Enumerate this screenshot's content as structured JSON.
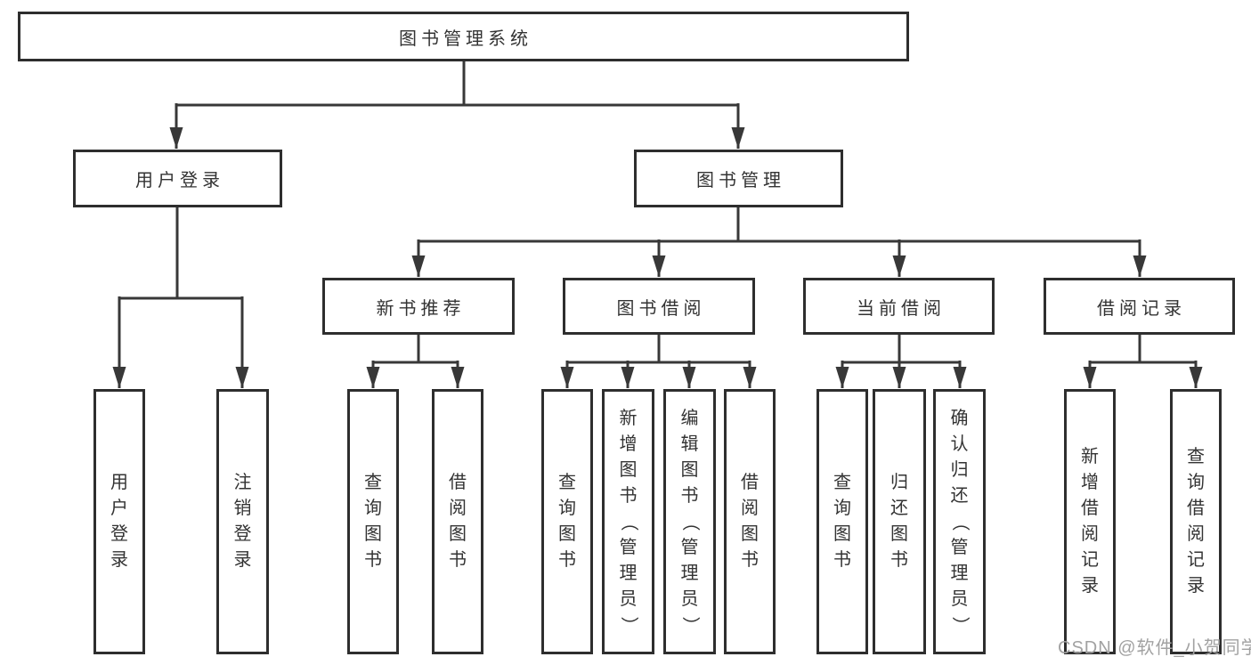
{
  "tree": {
    "label": "图书管理系统",
    "children": [
      {
        "label": "用户登录",
        "children": [
          {
            "label": "用户登录"
          },
          {
            "label": "注销登录"
          }
        ]
      },
      {
        "label": "图书管理",
        "children": [
          {
            "label": "新书推荐",
            "children": [
              {
                "label": "查询图书"
              },
              {
                "label": "借阅图书"
              }
            ]
          },
          {
            "label": "图书借阅",
            "children": [
              {
                "label": "查询图书"
              },
              {
                "label": "新增图书（管理员）"
              },
              {
                "label": "编辑图书（管理员）"
              },
              {
                "label": "借阅图书"
              }
            ]
          },
          {
            "label": "当前借阅",
            "children": [
              {
                "label": "查询图书"
              },
              {
                "label": "归还图书"
              },
              {
                "label": "确认归还（管理员）"
              }
            ]
          },
          {
            "label": "借阅记录",
            "children": [
              {
                "label": "新增借阅记录"
              },
              {
                "label": "查询借阅记录"
              }
            ]
          }
        ]
      }
    ]
  },
  "watermark": {
    "text": "CSDN @软件_小贺同学",
    "color": "#a2a2a2"
  },
  "colors": {
    "line": "#383838",
    "box_border": "#2e2e2e",
    "text": "#333333",
    "background": "#ffffff",
    "watermark": "#a2a2a2"
  }
}
